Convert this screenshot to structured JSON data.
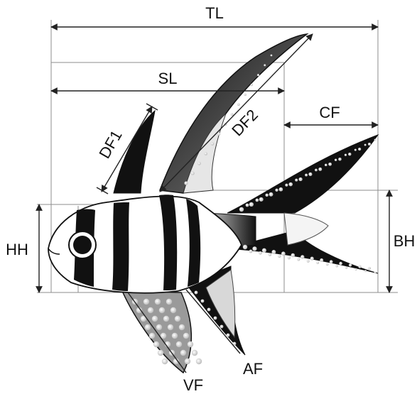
{
  "diagram": {
    "measurements": [
      {
        "key": "tl",
        "label": "TL"
      },
      {
        "key": "sl",
        "label": "SL"
      },
      {
        "key": "cf",
        "label": "CF"
      },
      {
        "key": "df1",
        "label": "DF1"
      },
      {
        "key": "df2",
        "label": "DF2"
      },
      {
        "key": "hh",
        "label": "HH"
      },
      {
        "key": "bh",
        "label": "BH"
      },
      {
        "key": "af",
        "label": "AF"
      },
      {
        "key": "vf",
        "label": "VF"
      }
    ],
    "colors": {
      "ink": "#111111",
      "guide": "#8c8c8c",
      "fin_gray": "#c8c8c8",
      "spot": "#ffffff"
    },
    "icons": {
      "subject": "banggai-cardinalfish-illustration"
    }
  }
}
